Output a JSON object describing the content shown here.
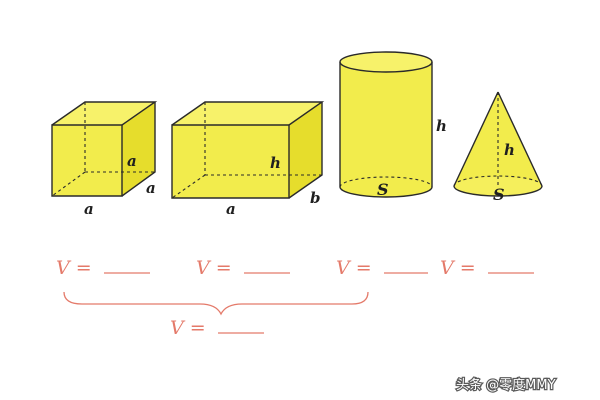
{
  "colors": {
    "solid_fill": "#f2ec4c",
    "formula_color": "#e47a6a",
    "line_color": "#2a2a2a"
  },
  "shapes": {
    "cube": {
      "edge_label_front": "a",
      "edge_label_side": "a",
      "edge_label_bottom": "a"
    },
    "cuboid": {
      "height_label": "h",
      "length_label": "a",
      "width_label": "b"
    },
    "cylinder": {
      "height_label": "h",
      "base_label": "S"
    },
    "cone": {
      "height_label": "h",
      "base_label": "S"
    }
  },
  "formulas": {
    "cube": "V =",
    "cuboid": "V =",
    "cylinder": "V =",
    "cone": "V =",
    "combined": "V ="
  },
  "watermark": "头条 @零度MMY"
}
